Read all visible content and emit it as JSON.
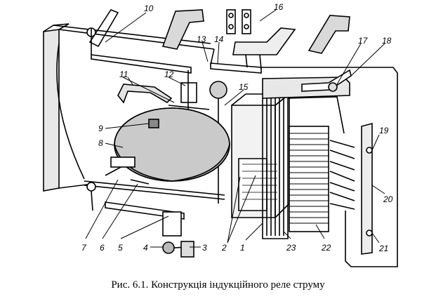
{
  "figure": {
    "caption": "Рис. 6.1. Конструкція індукційного реле струму",
    "labels": [
      {
        "id": "1",
        "text": "1"
      },
      {
        "id": "2",
        "text": "2"
      },
      {
        "id": "3",
        "text": "3"
      },
      {
        "id": "4",
        "text": "4"
      },
      {
        "id": "5",
        "text": "5"
      },
      {
        "id": "6",
        "text": "6"
      },
      {
        "id": "7",
        "text": "7"
      },
      {
        "id": "8",
        "text": "8"
      },
      {
        "id": "9",
        "text": "9"
      },
      {
        "id": "10",
        "text": "10"
      },
      {
        "id": "11",
        "text": "11"
      },
      {
        "id": "12",
        "text": "12"
      },
      {
        "id": "13",
        "text": "13"
      },
      {
        "id": "14",
        "text": "14"
      },
      {
        "id": "15",
        "text": "15"
      },
      {
        "id": "16",
        "text": "16"
      },
      {
        "id": "17",
        "text": "17"
      },
      {
        "id": "18",
        "text": "18"
      },
      {
        "id": "19",
        "text": "19"
      },
      {
        "id": "20",
        "text": "20"
      },
      {
        "id": "21",
        "text": "21"
      },
      {
        "id": "22",
        "text": "22"
      },
      {
        "id": "23",
        "text": "23"
      }
    ]
  }
}
